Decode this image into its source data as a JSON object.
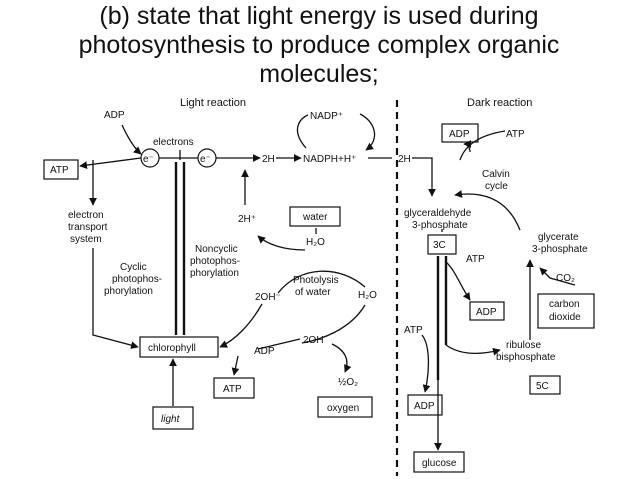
{
  "heading": {
    "line1": "(b) state that light energy is used during",
    "line2": "photosynthesis to produce complex organic",
    "line3": "molecules;"
  },
  "diagram": {
    "light_reaction": "Light reaction",
    "dark_reaction": "Dark reaction",
    "adp_top": "ADP",
    "electrons": "electrons",
    "atp_left": "ATP",
    "e1": "e⁻",
    "e2": "e⁻",
    "two_h": "2H",
    "nadph": "NADPH+H⁺",
    "nadp": "NADP⁺",
    "electron_transport": [
      "electron",
      "transport",
      "system"
    ],
    "cyclic": [
      "Cyclic",
      "photophos-",
      "phorylation"
    ],
    "noncyclic": [
      "Noncyclic",
      "photophos-",
      "phorylation"
    ],
    "two_h_plus": "2H⁺",
    "water_box": "water",
    "h2o_top": "H₂O",
    "photolysis": [
      "Photolysis",
      "of water"
    ],
    "two_oh_minus": "2OH⁻",
    "h2o_right": "H₂O",
    "chlorophyll": "chlorophyll",
    "adp_mid": "ADP",
    "two_oh": "2OH",
    "atp_bottom": "ATP",
    "half_o2": "½O₂",
    "oxygen": "oxygen",
    "light": "light",
    "two_h_dark": "2H",
    "adp_dark_top": "ADP",
    "atp_dark_top": "ATP",
    "calvin": [
      "Calvin",
      "cycle"
    ],
    "gald3p": [
      "glyceraldehyde",
      "3-phosphate"
    ],
    "glycerate": [
      "glycerate",
      "3-phosphate"
    ],
    "three_c": "3C",
    "atp_dark_mid": "ATP",
    "co2": "CO₂",
    "adp_dark_mid": "ADP",
    "carbon_dioxide": [
      "carbon",
      "dioxide"
    ],
    "atp_dark_low": "ATP",
    "ribulose": [
      "ribulose",
      "bisphosphate"
    ],
    "five_c": "5C",
    "adp_dark_low": "ADP",
    "glucose": "glucose"
  }
}
